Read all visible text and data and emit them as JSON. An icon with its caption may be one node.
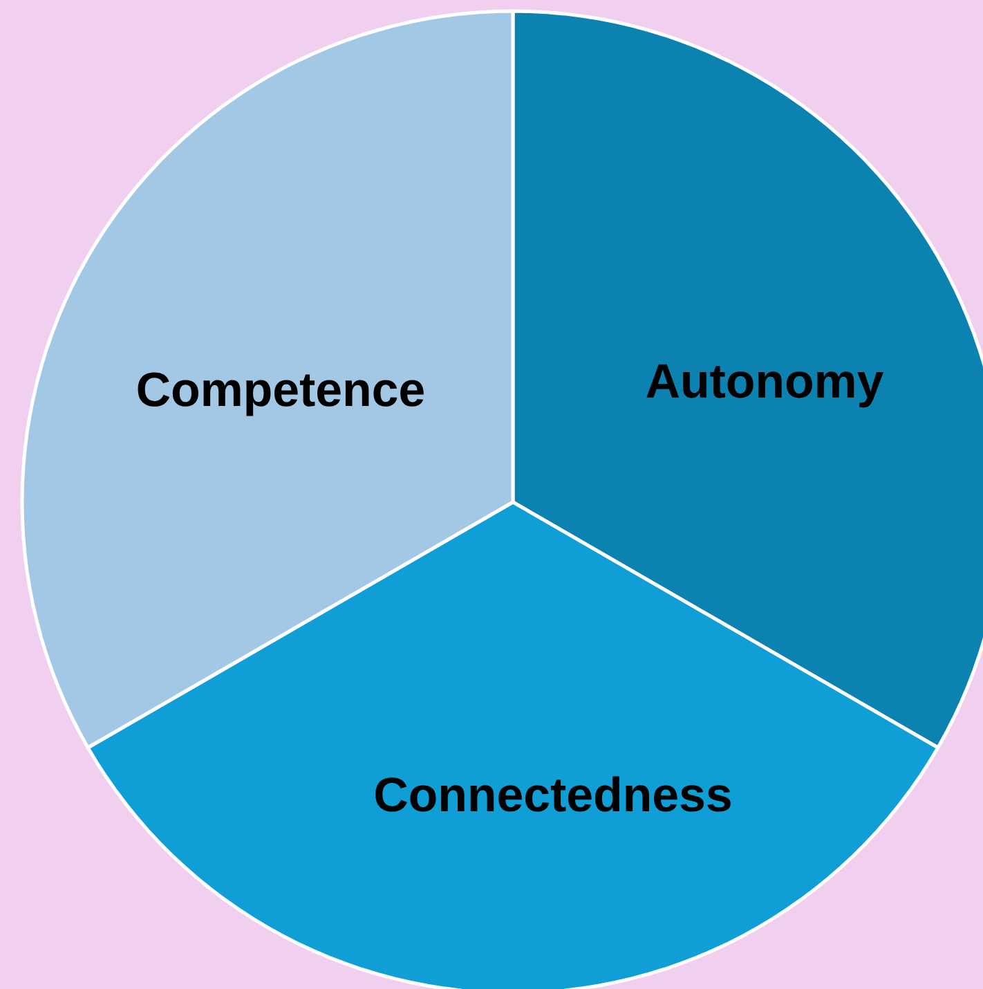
{
  "diagram": {
    "nodes": [
      {
        "text": [
          "Autonomy"
        ]
      },
      {
        "text": [
          "Connectedness"
        ]
      },
      {
        "text": [
          "Competence"
        ]
      }
    ]
  }
}
